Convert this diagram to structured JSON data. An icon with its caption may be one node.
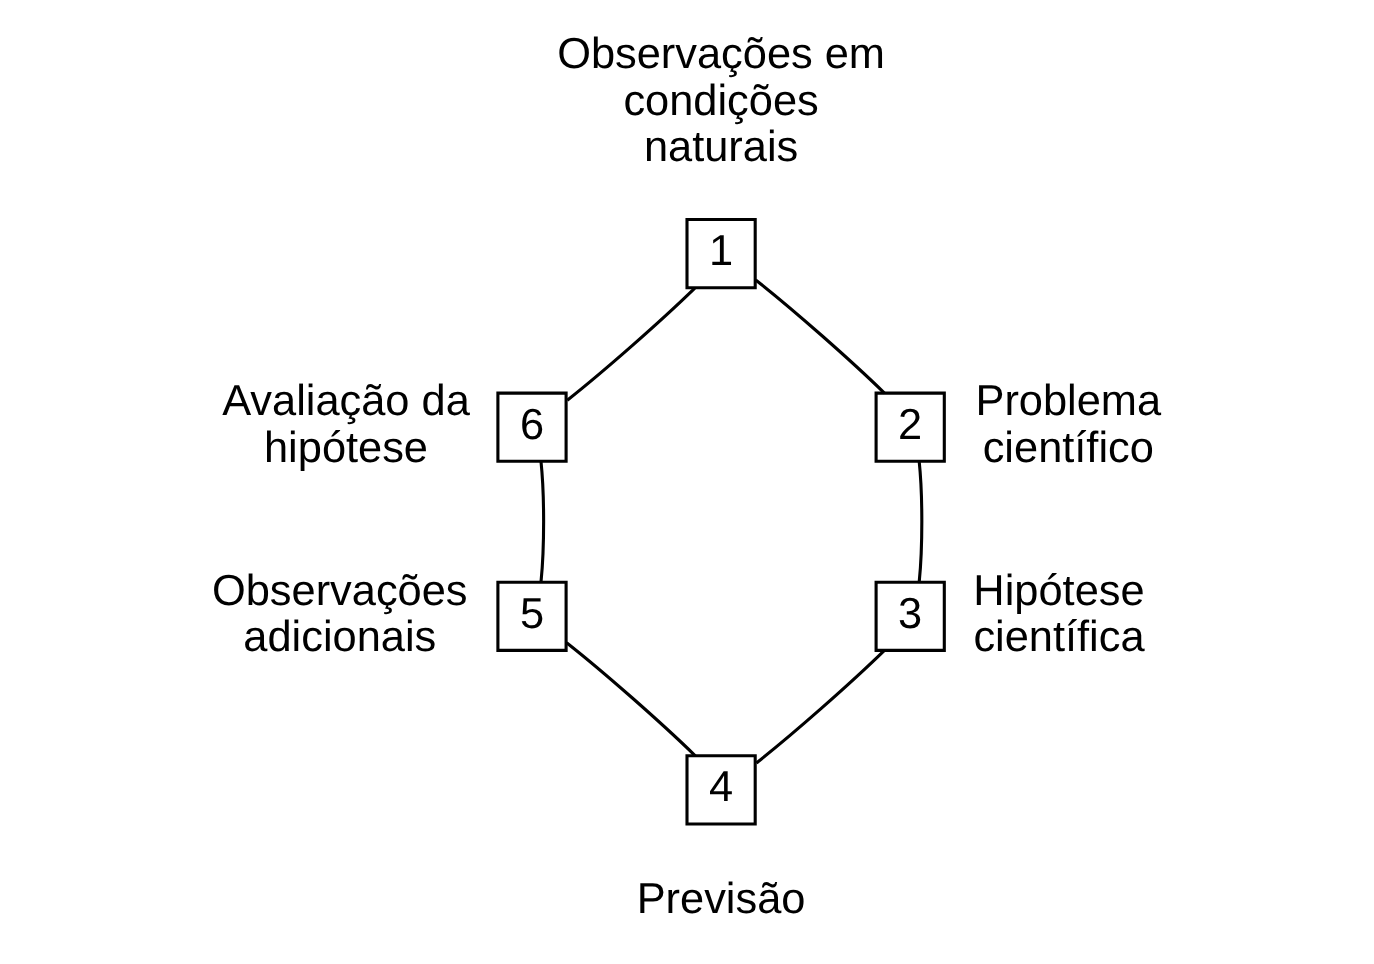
{
  "diagram": {
    "nodes": [
      {
        "text": [
          "1"
        ],
        "beside": [
          "Observações em condições naturais"
        ]
      },
      {
        "text": [
          "2"
        ],
        "beside": [
          "Problema científico"
        ]
      },
      {
        "text": [
          "3"
        ],
        "beside": [
          "Hipótese científica"
        ]
      },
      {
        "text": [
          "4"
        ],
        "beside": [
          "Previsão"
        ]
      },
      {
        "text": [
          "5"
        ],
        "beside": [
          "Observações adicionais"
        ]
      },
      {
        "text": [
          "6"
        ],
        "beside": [
          "Avaliação da hipótese"
        ]
      }
    ],
    "edges": [
      {
        "from": 0,
        "to": 1,
        "arrow": "none"
      },
      {
        "from": 1,
        "to": 2,
        "arrow": "none"
      },
      {
        "from": 2,
        "to": 3,
        "arrow": "none"
      },
      {
        "from": 3,
        "to": 4,
        "arrow": "none"
      },
      {
        "from": 4,
        "to": 5,
        "arrow": "none"
      },
      {
        "from": 5,
        "to": 0,
        "arrow": "none"
      }
    ]
  }
}
